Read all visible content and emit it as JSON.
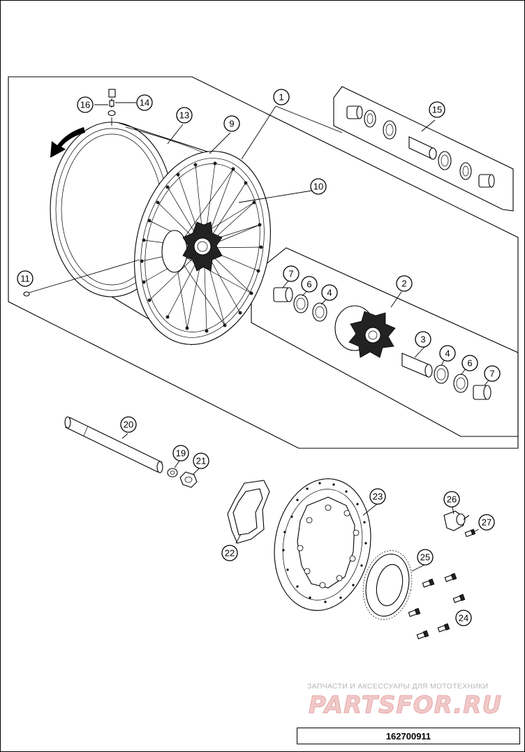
{
  "diagram": {
    "callouts": [
      {
        "id": "c1",
        "label": "1"
      },
      {
        "id": "c2",
        "label": "2"
      },
      {
        "id": "c3",
        "label": "3"
      },
      {
        "id": "c4a",
        "label": "4"
      },
      {
        "id": "c4b",
        "label": "4"
      },
      {
        "id": "c6a",
        "label": "6"
      },
      {
        "id": "c6b",
        "label": "6"
      },
      {
        "id": "c7a",
        "label": "7"
      },
      {
        "id": "c7b",
        "label": "7"
      },
      {
        "id": "c9",
        "label": "9"
      },
      {
        "id": "c10",
        "label": "10"
      },
      {
        "id": "c11",
        "label": "11"
      },
      {
        "id": "c13",
        "label": "13"
      },
      {
        "id": "c14",
        "label": "14"
      },
      {
        "id": "c15",
        "label": "15"
      },
      {
        "id": "c16",
        "label": "16"
      },
      {
        "id": "c19",
        "label": "19"
      },
      {
        "id": "c20",
        "label": "20"
      },
      {
        "id": "c21",
        "label": "21"
      },
      {
        "id": "c22",
        "label": "22"
      },
      {
        "id": "c23",
        "label": "23"
      },
      {
        "id": "c24",
        "label": "24"
      },
      {
        "id": "c25",
        "label": "25"
      },
      {
        "id": "c26",
        "label": "26"
      },
      {
        "id": "c27",
        "label": "27"
      }
    ]
  },
  "watermark": {
    "line1": "ЗАПЧАСТИ И АКСЕССУАРЫ ДЛЯ МОТОТЕХНИКИ",
    "line2": "PARTSFOR.RU"
  },
  "document_number": "162700911",
  "colors": {
    "line": "#000000",
    "watermark_text": "#b7b7b7",
    "watermark_logo": "#f1c9c9"
  }
}
